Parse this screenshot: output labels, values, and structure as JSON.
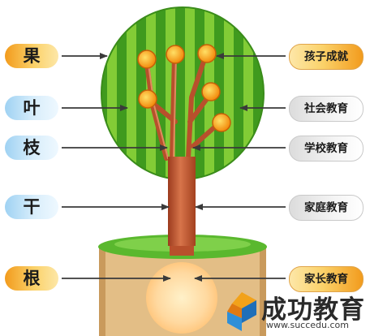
{
  "left_labels": [
    {
      "text": "果",
      "style": "orange"
    },
    {
      "text": "叶",
      "style": "blue"
    },
    {
      "text": "枝",
      "style": "blue"
    },
    {
      "text": "干",
      "style": "blue"
    },
    {
      "text": "根",
      "style": "orange"
    }
  ],
  "right_labels": [
    {
      "text": "孩子成就",
      "style": "orange"
    },
    {
      "text": "社会教育",
      "style": "grey"
    },
    {
      "text": "学校教育",
      "style": "grey"
    },
    {
      "text": "家庭教育",
      "style": "grey"
    },
    {
      "text": "家长教育",
      "style": "orange"
    }
  ],
  "watermark": {
    "title": "成功教育",
    "url": "www.succedu.com"
  },
  "colors": {
    "leaf_dark": "#3f9a1e",
    "leaf_light": "#8ed43a",
    "trunk": "#b8502c",
    "fruit": "#f7a21a",
    "soil": "#e3be86",
    "grass": "#5ab82e",
    "arrow": "#3a3a3a"
  }
}
